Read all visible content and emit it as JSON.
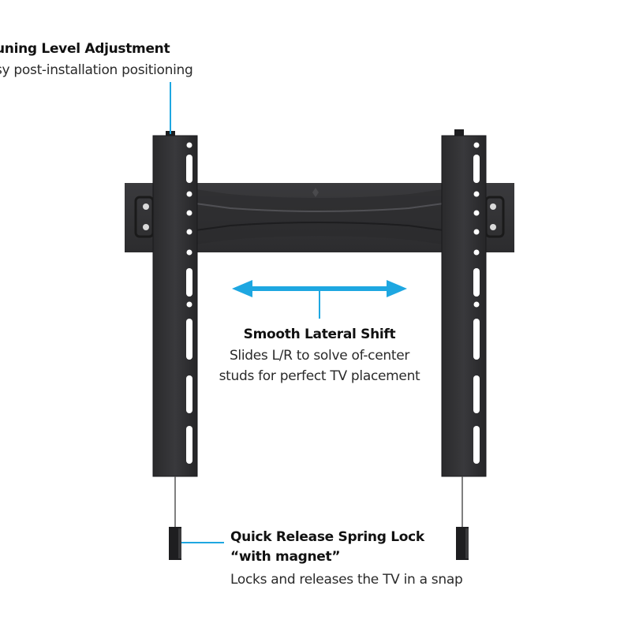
{
  "callouts": {
    "fine_tuning": {
      "title": "uning Level Adjustment",
      "subtitle": "sy post-installation positioning"
    },
    "lateral_shift": {
      "title": "Smooth Lateral Shift",
      "line1": "Slides L/R to solve of-center",
      "line2": "studs for perfect TV placement"
    },
    "spring_lock": {
      "title_line1": "Quick Release Spring Lock",
      "title_line2": "“with magnet”",
      "subtitle": "Locks and releases the TV in a snap"
    }
  },
  "colors": {
    "accent": "#1ea7e1",
    "metal_dark": "#2b2b2d",
    "metal_mid": "#3b3b3e",
    "metal_light": "#4a4a4d",
    "text": "#111111"
  },
  "icons": {
    "arrow": "double-headed-horizontal-arrow"
  }
}
